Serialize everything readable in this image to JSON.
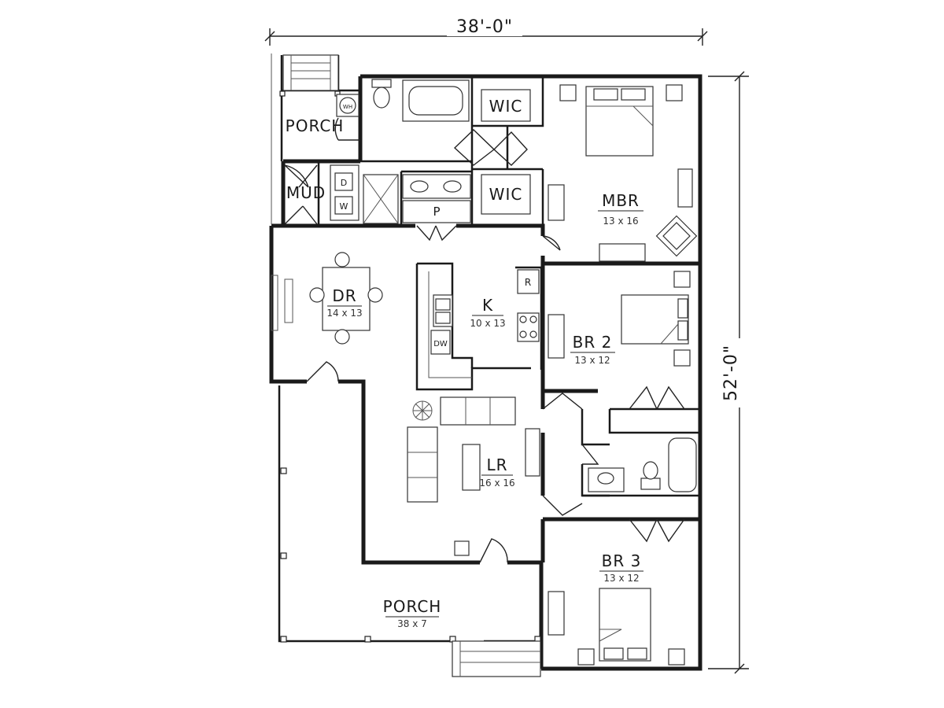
{
  "dimensions": {
    "width_label": "38'-0\"",
    "depth_label": "52'-0\""
  },
  "rooms": {
    "porch_rear": {
      "name": "PORCH"
    },
    "mud": {
      "name": "MUD"
    },
    "wic1": {
      "name": "WIC"
    },
    "wic2": {
      "name": "WIC"
    },
    "pantry": {
      "name": "P"
    },
    "mbr": {
      "name": "MBR",
      "size": "13 x 16"
    },
    "dining": {
      "name": "DR",
      "size": "14 x 13"
    },
    "kitchen": {
      "name": "K",
      "size": "10 x 13"
    },
    "refrigerator": {
      "name": "R"
    },
    "dishwasher": {
      "name": "DW"
    },
    "br2": {
      "name": "BR 2",
      "size": "13 x 12"
    },
    "living": {
      "name": "LR",
      "size": "16 x 16"
    },
    "br3": {
      "name": "BR 3",
      "size": "13 x 12"
    },
    "porch_front": {
      "name": "PORCH",
      "size": "38 x 7"
    },
    "water_heater": {
      "name": "WH"
    },
    "dryer": {
      "name": "D"
    },
    "washer": {
      "name": "W"
    }
  }
}
